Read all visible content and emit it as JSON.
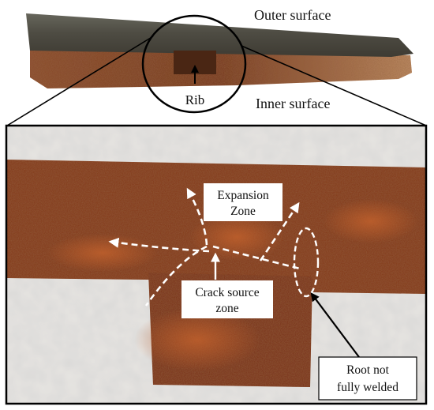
{
  "labels": {
    "outer_surface": "Outer surface",
    "inner_surface": "Inner surface",
    "rib": "Rib",
    "expansion_zone_line1": "Expansion",
    "expansion_zone_line2": "Zone",
    "crack_source_line1": "Crack source",
    "crack_source_line2": "zone",
    "root_line1": "Root not",
    "root_line2": "fully welded"
  },
  "colors": {
    "rust_dark": "#5e2c16",
    "rust_mid": "#8a4424",
    "rust_orange": "#a8562c",
    "steel_edge": "#57554c",
    "background_concrete": "#e7e5e2",
    "annotation_white": "#ffffff",
    "annotation_black": "#000000"
  }
}
